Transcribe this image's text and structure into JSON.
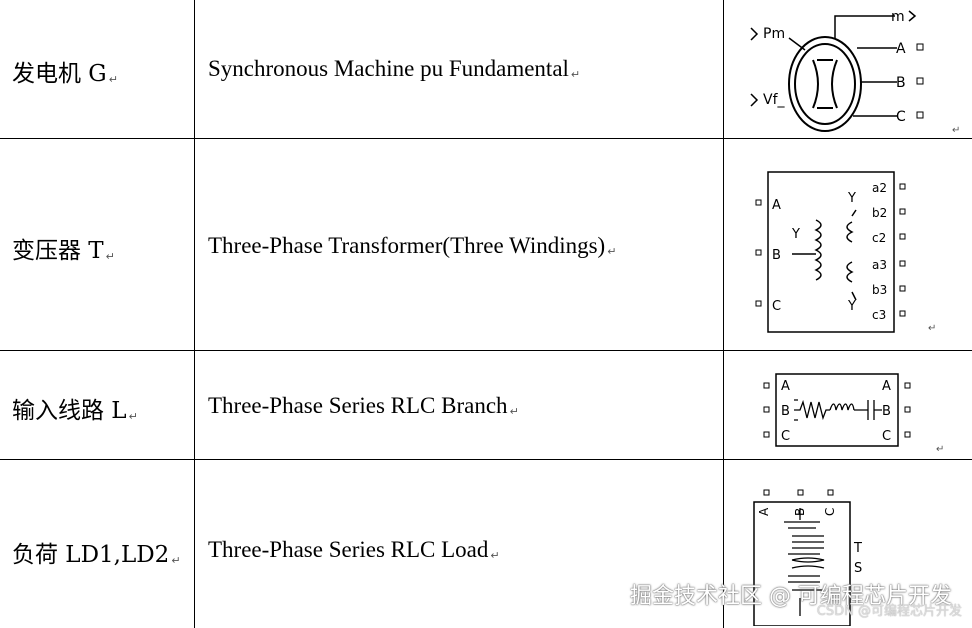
{
  "rows": [
    {
      "name": "发电机 G",
      "block": "Synchronous Machine pu Fundamental",
      "mark": "↵"
    },
    {
      "name": "变压器 T",
      "block": "Three-Phase Transformer(Three Windings)",
      "mark": "↵"
    },
    {
      "name": "输入线路 L",
      "block": "Three-Phase Series RLC Branch",
      "mark": "↵"
    },
    {
      "name": "负荷 LD1,LD2",
      "block": "Three-Phase Series RLC Load",
      "mark": "↵"
    }
  ],
  "icons": {
    "machine": {
      "pm": "Pm",
      "vf": "Vf_",
      "m": "m",
      "a": "A",
      "b": "B",
      "c": "C"
    },
    "transformer": {
      "a": "A",
      "b": "B",
      "c": "C",
      "y1": "Y",
      "y2": "Y",
      "y3": "Y",
      "a2": "a2",
      "b2": "b2",
      "c2": "c2",
      "a3": "a3",
      "b3": "b3",
      "c3": "c3"
    },
    "branch": {
      "a_in": "A",
      "b_in": "B",
      "c_in": "C",
      "a_out": "A",
      "b_out": "B",
      "c_out": "C"
    },
    "load": {
      "a": "A",
      "b": "B",
      "c": "C",
      "t": "T",
      "s": "S"
    }
  },
  "watermark": "掘金技术社区 @ 可编程芯片开发",
  "watermark_sub": "CSDN @可编程芯片开发"
}
